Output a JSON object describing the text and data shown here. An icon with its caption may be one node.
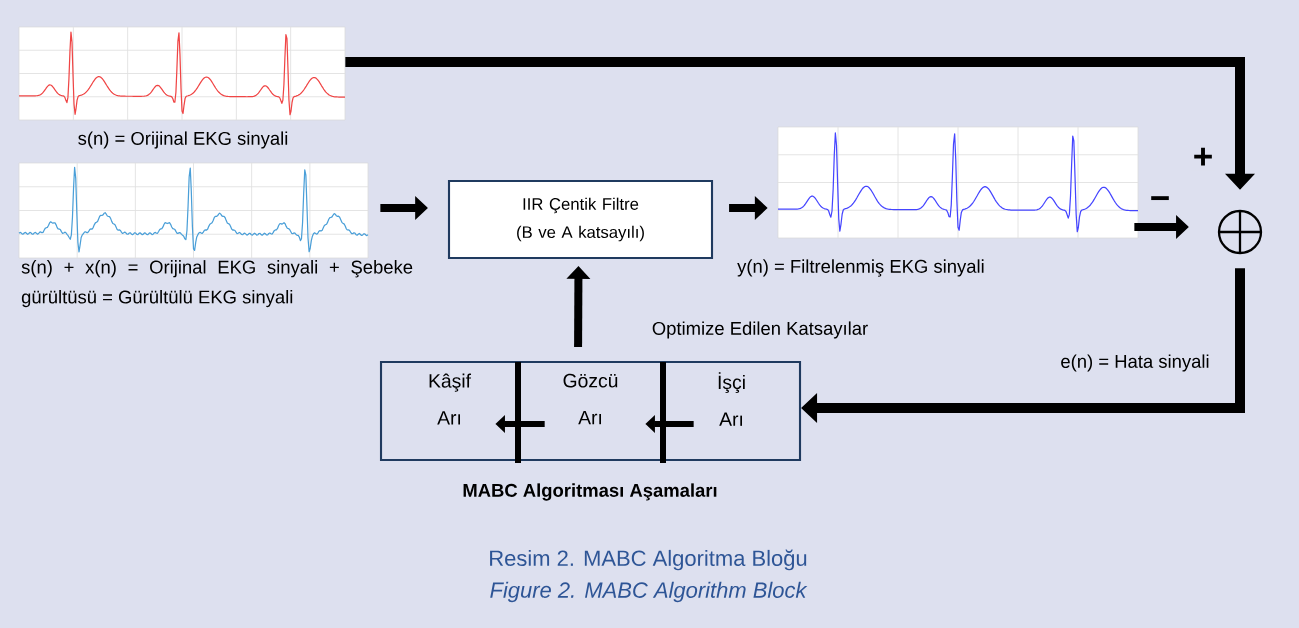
{
  "diagram": {
    "caption": "Resim 2. MABC Algoritma Bloğu",
    "nodes": [
      {
        "text": [],
        "shape": "picture",
        "beside": [
          "s(n) = Orijinal EKG sinyali"
        ]
      },
      {
        "text": [],
        "shape": "picture",
        "beside": [
          "s(n) + x(n) = Orijinal EKG sinyali + Şebeke gürültüsü = Gürültülü EKG sinyali"
        ]
      },
      {
        "text": [
          "IIR Çentik Filtre (B ve A katsayılı)"
        ]
      },
      {
        "text": [],
        "shape": "picture",
        "beside": [
          "y(n) = Filtrelenmiş EKG sinyali"
        ]
      },
      {
        "text": [],
        "shape": "circle"
      },
      {
        "text": [
          "MABC Algoritması Aşamaları"
        ]
      },
      {
        "text": [
          "Kâşif Arı"
        ],
        "in": 5
      },
      {
        "text": [
          "Gözcü Arı"
        ],
        "in": 5
      },
      {
        "text": [
          "İşçi Arı"
        ],
        "in": 5
      }
    ],
    "edges": [
      {
        "from": 0,
        "to": 4,
        "arrow": "to",
        "label": "+"
      },
      {
        "from": 1,
        "to": 2,
        "arrow": "to"
      },
      {
        "from": 2,
        "to": 3,
        "arrow": "to"
      },
      {
        "from": 3,
        "to": 4,
        "arrow": "to",
        "label": "−"
      },
      {
        "from": 4,
        "to": 5,
        "arrow": "to",
        "label": "e(n) = Hata sinyali"
      },
      {
        "from": 5,
        "to": 2,
        "arrow": "to",
        "label": "Optimize Edilen Katsayılar"
      },
      {
        "from": 8,
        "to": 7,
        "arrow": "to"
      },
      {
        "from": 7,
        "to": 6,
        "arrow": "to"
      }
    ],
    "labels": [
      "Figure 2. MABC Algorithm Block"
    ]
  }
}
